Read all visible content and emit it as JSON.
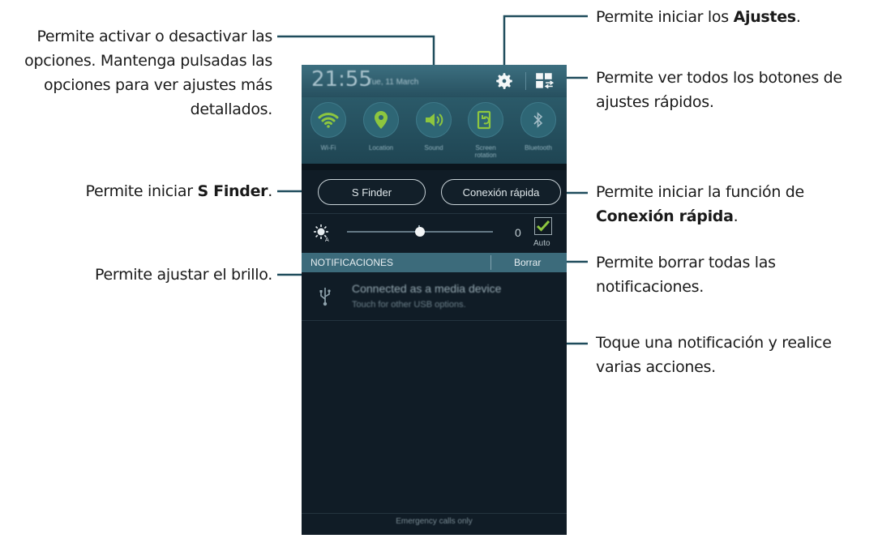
{
  "callouts": {
    "toggles": [
      "Permite activar o desactivar las",
      "opciones. Mantenga pulsadas las",
      "opciones para ver ajustes más",
      "detallados."
    ],
    "settings_pre": "Permite iniciar los ",
    "settings_bold": "Ajustes",
    "settings_post": ".",
    "quick_buttons": [
      "Permite ver todos los botones de",
      "ajustes rápidos."
    ],
    "sfinder_pre": "Permite iniciar ",
    "sfinder_bold": "S Finder",
    "sfinder_post": ".",
    "quick_connect_line1": "Permite iniciar la función de",
    "quick_connect_bold": "Conexión rápida",
    "quick_connect_post": ".",
    "brightness": "Permite ajustar el brillo.",
    "clear": [
      "Permite borrar todas las",
      "notificaciones."
    ],
    "notification": [
      "Toque una notificación y realice",
      "varias acciones."
    ]
  },
  "phone": {
    "time": "21:55",
    "date": "Tue, 11 March",
    "toggles": [
      {
        "label": "Wi-Fi",
        "icon": "wifi-icon"
      },
      {
        "label": "Location",
        "icon": "location-icon"
      },
      {
        "label": "Sound",
        "icon": "sound-icon"
      },
      {
        "label": "Screen rotation",
        "icon": "screen-rotation-icon"
      },
      {
        "label": "Bluetooth",
        "icon": "bluetooth-icon"
      }
    ],
    "sfinder_label": "S Finder",
    "quick_connect_label": "Conexión rápida",
    "brightness_value": "0",
    "brightness_level": 0.5,
    "auto_label": "Auto",
    "notifications_title": "NOTIFICACIONES",
    "clear_label": "Borrar",
    "notification": {
      "title": "Connected as a media device",
      "subtitle": "Touch for other USB options."
    },
    "footer": "Emergency calls only"
  },
  "colors": {
    "accent_green": "#8dc63f",
    "leader_line": "#1f4c5c",
    "status_bar": "#3c6f80",
    "panel_dark": "#101c26"
  }
}
